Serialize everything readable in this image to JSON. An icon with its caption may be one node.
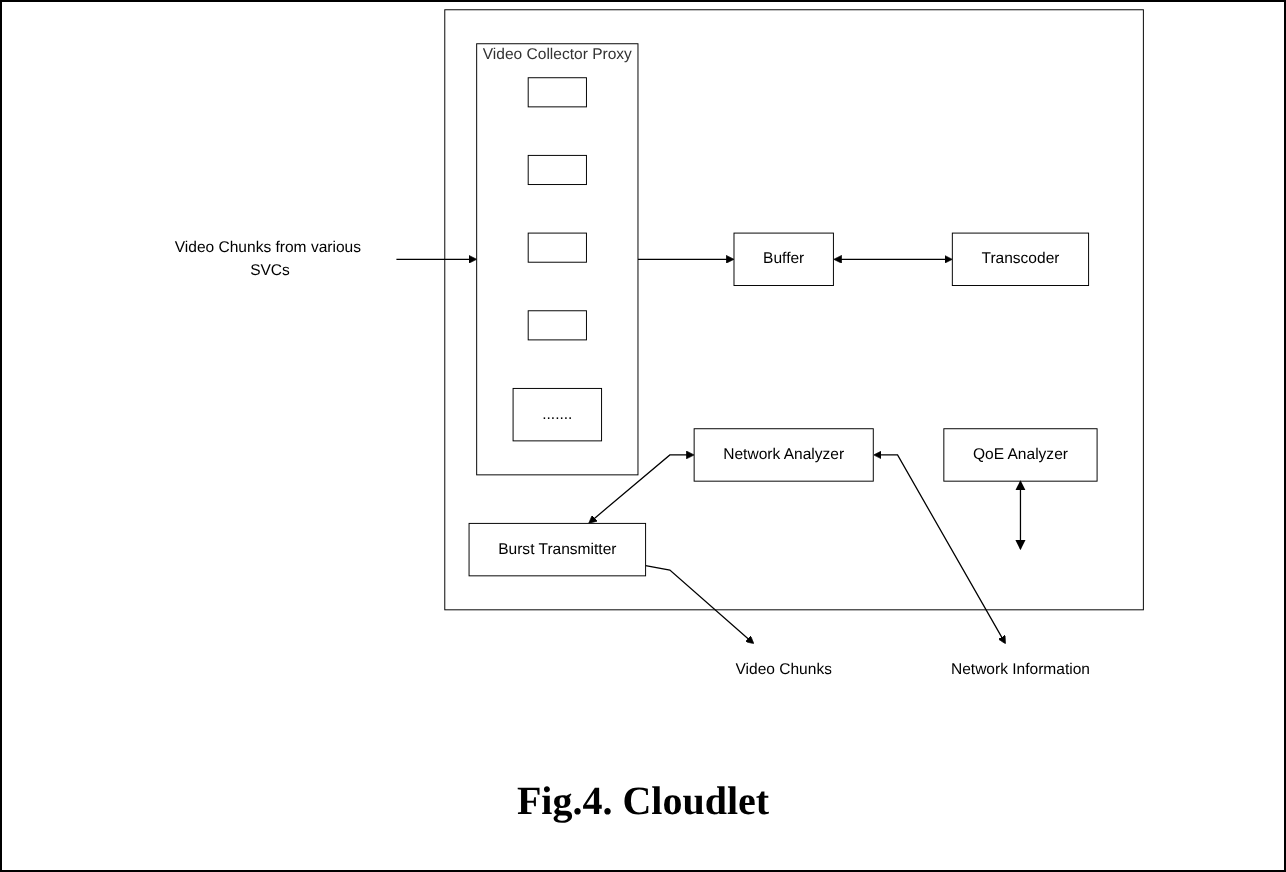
{
  "diagram": {
    "caption": "Fig.4. Cloudlet",
    "nodes": [
      {
        "text": [],
        "shape": "box"
      },
      {
        "text": [
          "Buffer"
        ],
        "in": 0
      },
      {
        "text": [
          "Transcoder"
        ],
        "in": 0
      },
      {
        "text": [
          "Burst Transmitter"
        ],
        "in": 0
      },
      {
        "text": [
          "Network Analyzer"
        ],
        "in": 0
      },
      {
        "text": [
          "Video Collector Proxy"
        ],
        "in": 0
      },
      {
        "text": [],
        "shape": "box",
        "in": 5
      },
      {
        "text": [],
        "shape": "box",
        "in": 5
      },
      {
        "text": [],
        "shape": "box",
        "in": 5
      },
      {
        "text": [],
        "shape": "box",
        "in": 5
      },
      {
        "text": [
          "......."
        ],
        "in": 5
      },
      {
        "text": [
          "QoE Analyzer"
        ],
        "in": 0
      },
      {
        "text": [
          "Video Chunks"
        ]
      },
      {
        "text": [
          "Network Information"
        ]
      },
      {
        "text": [
          "Video Chunks from various SVCs"
        ]
      }
    ],
    "edges": [
      {
        "from": 1,
        "to": 2,
        "arrow": "both"
      },
      {
        "from": 3,
        "to": 4,
        "arrow": "both"
      },
      {
        "from": 3,
        "to": 12,
        "arrow": "to"
      },
      {
        "from": 4,
        "to": 13,
        "arrow": "both"
      },
      {
        "from": 14,
        "to": 5,
        "arrow": "to"
      },
      {
        "from": 5,
        "to": 1,
        "arrow": "to"
      },
      {
        "from": 11,
        "to": null,
        "arrow": "both"
      }
    ]
  }
}
